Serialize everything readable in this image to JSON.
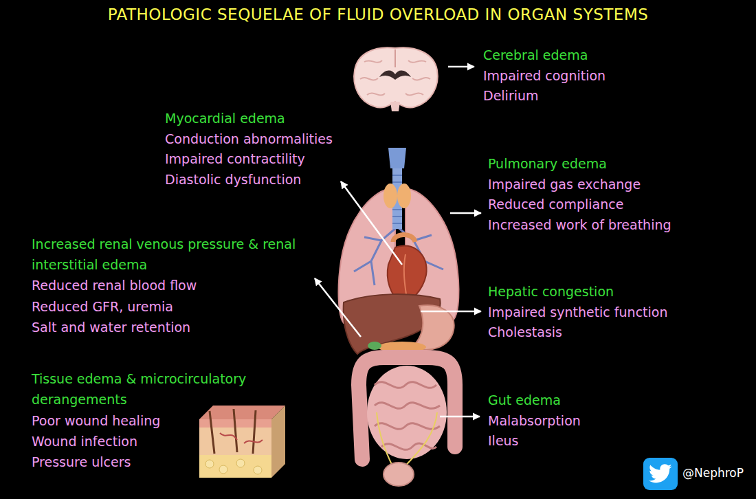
{
  "diagram": {
    "title": "PATHOLOGIC SEQUELAE OF FLUID OVERLOAD IN ORGAN SYSTEMS",
    "nodes": [
      {
        "text": [
          "Cerebral edema",
          "Impaired cognition",
          "Delirium"
        ]
      },
      {
        "text": [
          "Myocardial edema",
          "Conduction abnormalities",
          "Impaired contractility",
          "Diastolic dysfunction"
        ]
      },
      {
        "text": [
          "Pulmonary edema",
          "Impaired gas exchange",
          "Reduced compliance",
          "Increased work of breathing"
        ]
      },
      {
        "text": [
          "Increased renal venous pressure & renal interstitial edema",
          "Reduced renal blood flow",
          "Reduced GFR, uremia",
          "Salt and water retention"
        ]
      },
      {
        "text": [
          "Hepatic congestion",
          "Impaired synthetic function",
          "Cholestasis"
        ]
      },
      {
        "text": [
          "Tissue edema & microcirculatory derangements",
          "Poor wound healing",
          "Wound infection",
          "Pressure ulcers"
        ]
      },
      {
        "text": [
          "Gut edema",
          "Malabsorption",
          "Ileus"
        ]
      }
    ],
    "labels": [
      "@NephroP"
    ]
  }
}
